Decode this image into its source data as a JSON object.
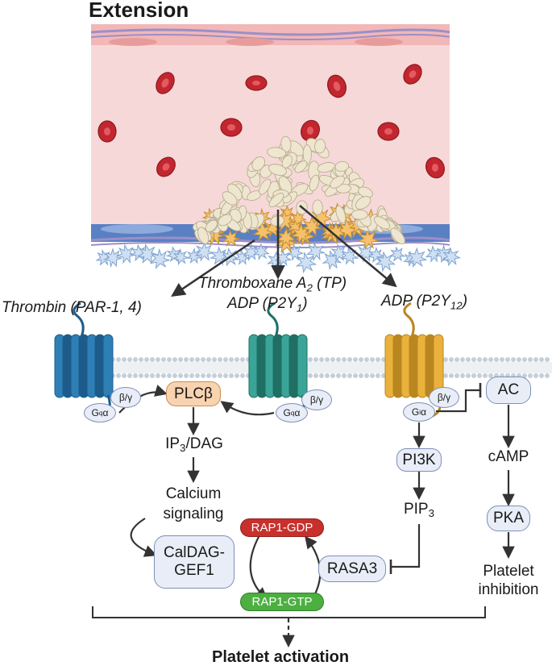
{
  "title": "Extension",
  "receptors": {
    "thrombin": "Thrombin (PAR-1, 4)",
    "txa2_base": "Thromboxane A",
    "txa2_sub": "2",
    "txa2_rest": " (TP)",
    "adp1_base": "ADP (P2Y",
    "adp1_sub": "1",
    "adp1_close": ")",
    "adp12_base": "ADP (P2Y",
    "adp12_sub": "12",
    "adp12_close": ")"
  },
  "gproteins": {
    "gq_left_base": "G",
    "gq_left_sub": "q",
    "gq_left_alpha": "α",
    "gq_mid_base": "G",
    "gq_mid_sub": "q",
    "gq_mid_alpha": "α",
    "gi_base": "G",
    "gi_sub": "i",
    "gi_alpha": "α",
    "beta_gamma": "β/γ"
  },
  "nodes": {
    "plcb": "PLCβ",
    "ip3dag_base": "IP",
    "ip3dag_sub": "3",
    "ip3dag_rest": "/DAG",
    "calcium_line1": "Calcium",
    "calcium_line2": "signaling",
    "caldag_line1": "CalDAG-",
    "caldag_line2": "GEF1",
    "rap1_gdp": "RAP1-GDP",
    "rap1_gtp": "RAP1-GTP",
    "rasa3": "RASA3",
    "pi3k": "PI3K",
    "pip3_base": "PIP",
    "pip3_sub": "3",
    "ac": "AC",
    "camp": "cAMP",
    "pka": "PKA",
    "inhibition_line1": "Platelet",
    "inhibition_line2": "inhibition"
  },
  "outcome": "Platelet activation",
  "colors": {
    "vessel_lumen": "#f7d8d8",
    "vessel_wall": "#f2b7b7",
    "rbc": "#c2262e",
    "platelet_resting": "#efe6cf",
    "platelet_activated": "#f5c26b",
    "collagen_cells": "#cfe0f3",
    "endothelium": "#5a80c4",
    "par_receptor": "#2f7fb7",
    "tp_receptor": "#3aa596",
    "p2y12_receptor": "#eab13c",
    "plcb_fill": "#f8d3b0",
    "rap1_gdp_fill": "#c8302c",
    "rap1_gtp_fill": "#4caf40",
    "node_fill": "#e8edf7",
    "node_stroke": "#7e8fb8"
  }
}
